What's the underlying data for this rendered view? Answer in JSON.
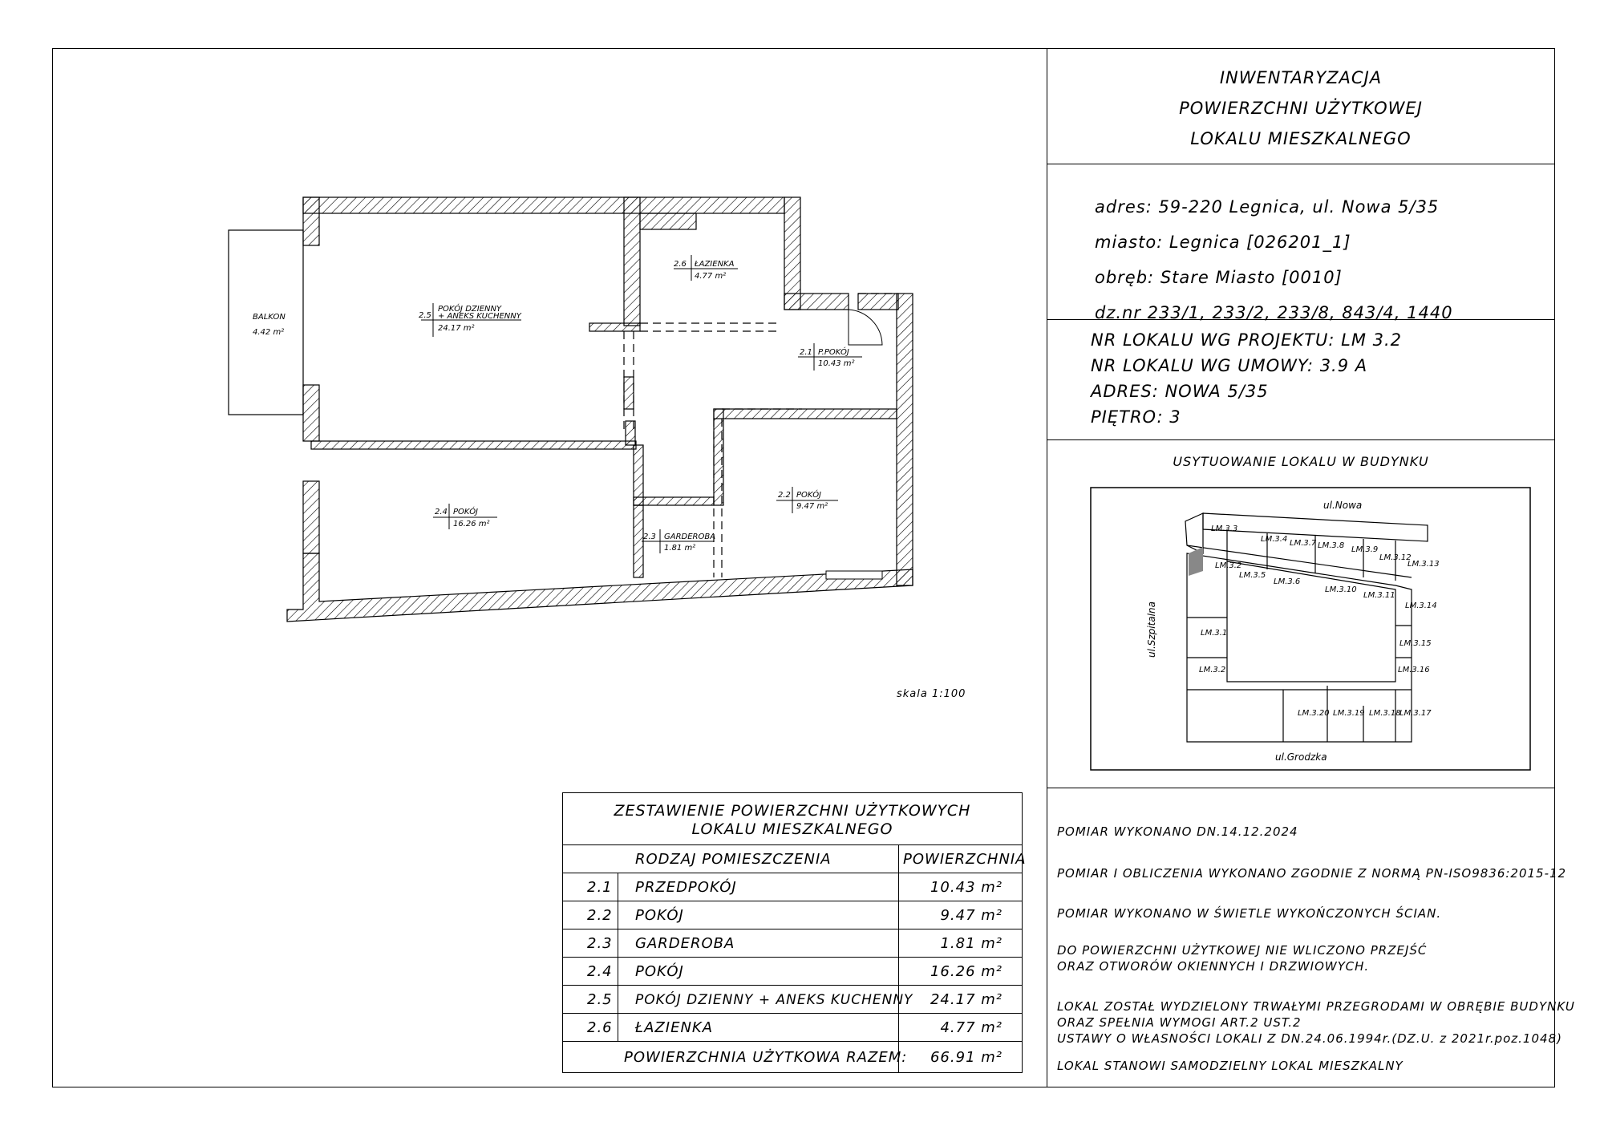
{
  "header": {
    "title_lines": [
      "INWENTARYZACJA",
      "POWIERZCHNI UŻYTKOWEJ",
      "LOKALU MIESZKALNEGO"
    ]
  },
  "address": {
    "adres": "adres: 59-220 Legnica, ul. Nowa 5/35",
    "miasto": "miasto: Legnica [026201_1]",
    "obreb": "obręb: Stare Miasto [0010]",
    "dz": "dz.nr 233/1, 233/2, 233/8, 843/4, 1440"
  },
  "lokal": {
    "projekt": "NR LOKALU WG PROJEKTU: LM 3.2",
    "umowa": "NR LOKALU WG UMOWY: 3.9 A",
    "adres": "ADRES: NOWA 5/35",
    "pietro": "PIĘTRO: 3"
  },
  "location": {
    "heading": "USYTUOWANIE LOKALU W BUDYNKU",
    "street_top": "ul.Nowa",
    "street_left": "ul.Szpitalna",
    "street_bottom": "ul.Grodzka",
    "units": [
      "LM.3.3",
      "LM.3.4",
      "LM.3.7",
      "LM.3.8",
      "LM.3.9",
      "LM.3.12",
      "LM.3.13",
      "LM.3.2",
      "LM.3.5",
      "LM.3.6",
      "LM.3.10",
      "LM.3.11",
      "LM.3.14",
      "LM.3.1",
      "LM.3.15",
      "LM.3.16",
      "LM.3.2",
      "LM.3.20",
      "LM.3.19",
      "LM.3.18",
      "LM.3.17"
    ]
  },
  "notes": [
    "POMIAR WYKONANO DN.14.12.2024",
    "POMIAR I OBLICZENIA WYKONANO ZGODNIE Z NORMĄ PN-ISO9836:2015-12",
    "POMIAR WYKONANO W ŚWIETLE WYKOŃCZONYCH ŚCIAN.",
    "DO POWIERZCHNI UŻYTKOWEJ NIE WLICZONO PRZEJŚĆ",
    "ORAZ OTWORÓW OKIENNYCH I DRZWIOWYCH.",
    "LOKAL ZOSTAŁ WYDZIELONY TRWAŁYMI PRZEGRODAMI W OBRĘBIE BUDYNKU",
    "ORAZ SPEŁNIA WYMOGI ART.2 UST.2",
    "USTAWY O WŁASNOŚCI LOKALI Z DN.24.06.1994r.(DZ.U. z 2021r.poz.1048)",
    "LOKAL STANOWI SAMODZIELNY LOKAL MIESZKALNY"
  ],
  "scale": "skala 1:100",
  "plan": {
    "balkon": {
      "name": "BALKON",
      "area": "4.42 m²"
    },
    "rooms": [
      {
        "num": "2.5",
        "name1": "POKÓJ DZIENNY",
        "name2": "+ ANEKS KUCHENNY",
        "area": "24.17 m²"
      },
      {
        "num": "2.6",
        "name1": "ŁAZIENKA",
        "area": "4.77 m²"
      },
      {
        "num": "2.1",
        "name1": "P.POKÓJ",
        "area": "10.43 m²"
      },
      {
        "num": "2.2",
        "name1": "POKÓJ",
        "area": "9.47 m²"
      },
      {
        "num": "2.3",
        "name1": "GARDEROBA",
        "area": "1.81 m²"
      },
      {
        "num": "2.4",
        "name1": "POKÓJ",
        "area": "16.26 m²"
      }
    ]
  },
  "summary": {
    "title1": "ZESTAWIENIE POWIERZCHNI UŻYTKOWYCH",
    "title2": "LOKALU MIESZKALNEGO",
    "col_type": "RODZAJ POMIESZCZENIA",
    "col_area": "POWIERZCHNIA",
    "rows": [
      {
        "num": "2.1",
        "name": "PRZEDPOKÓJ",
        "area": "10.43 m²"
      },
      {
        "num": "2.2",
        "name": "POKÓJ",
        "area": "9.47 m²"
      },
      {
        "num": "2.3",
        "name": "GARDEROBA",
        "area": "1.81 m²"
      },
      {
        "num": "2.4",
        "name": "POKÓJ",
        "area": "16.26 m²"
      },
      {
        "num": "2.5",
        "name": "POKÓJ DZIENNY + ANEKS KUCHENNY",
        "area": "24.17 m²"
      },
      {
        "num": "2.6",
        "name": "ŁAZIENKA",
        "area": "4.77 m²"
      }
    ],
    "total_label": "POWIERZCHNIA UŻYTKOWA RAZEM:",
    "total_area": "66.91 m²"
  }
}
